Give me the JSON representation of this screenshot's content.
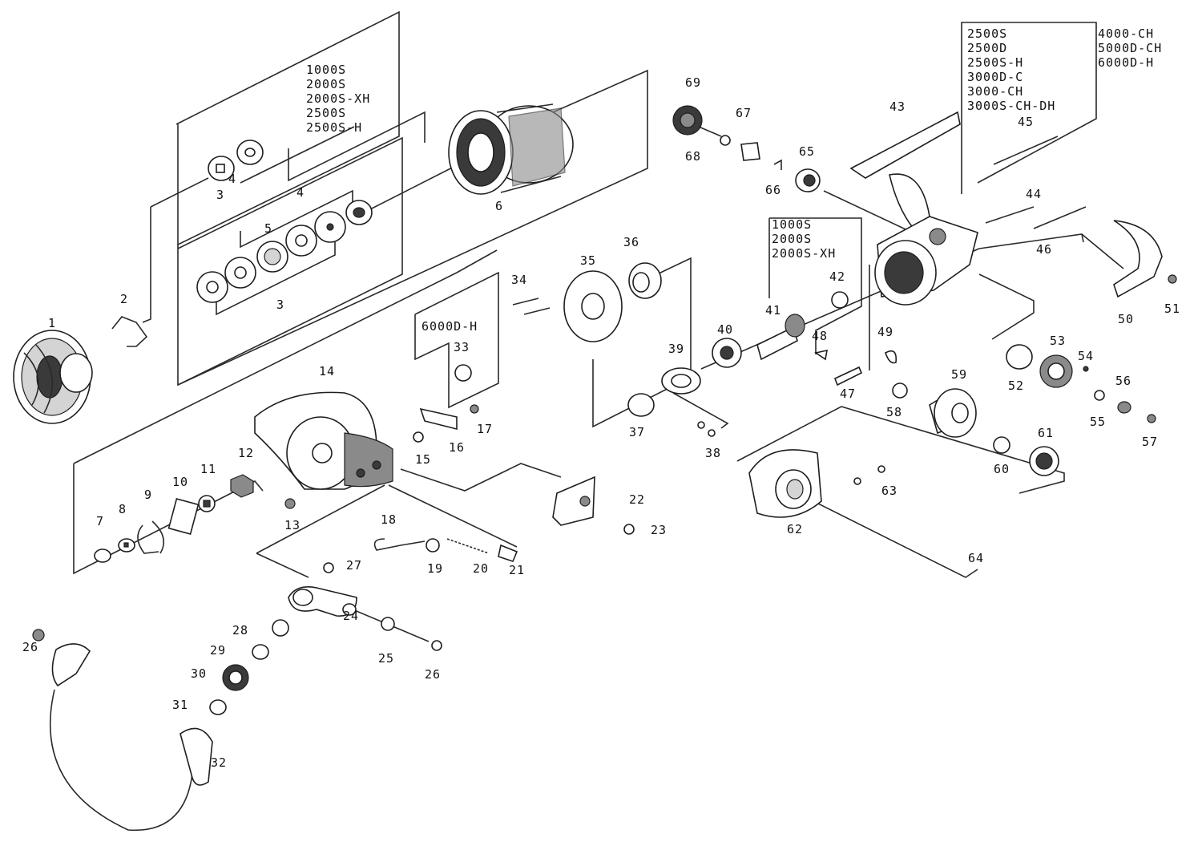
{
  "diagram": {
    "part_numbers": [
      "1",
      "2",
      "3",
      "3",
      "4",
      "4",
      "5",
      "6",
      "7",
      "8",
      "9",
      "10",
      "11",
      "12",
      "13",
      "14",
      "15",
      "16",
      "17",
      "18",
      "19",
      "20",
      "21",
      "22",
      "23",
      "24",
      "25",
      "26",
      "26",
      "27",
      "28",
      "29",
      "30",
      "31",
      "32",
      "33",
      "34",
      "35",
      "36",
      "37",
      "38",
      "39",
      "40",
      "41",
      "42",
      "43",
      "44",
      "45",
      "46",
      "47",
      "48",
      "49",
      "50",
      "51",
      "52",
      "53",
      "54",
      "55",
      "56",
      "57",
      "58",
      "59",
      "60",
      "61",
      "62",
      "63",
      "64",
      "65",
      "66",
      "67",
      "68",
      "69"
    ],
    "notes": {
      "spool_models": [
        "1000S",
        "2000S",
        "2000S-XH",
        "2500S",
        "2500S-H"
      ],
      "rotor_models": [
        "1000S",
        "2000S",
        "2000S-XH"
      ],
      "washer_models": [
        "6000D-H"
      ],
      "body_models_left": [
        "2500S",
        "2500D",
        "2500S-H",
        "3000D-C",
        "3000-CH",
        "3000S-CH-DH"
      ],
      "body_models_right": [
        "4000-CH",
        "5000D-CH",
        "6000D-H"
      ]
    }
  }
}
